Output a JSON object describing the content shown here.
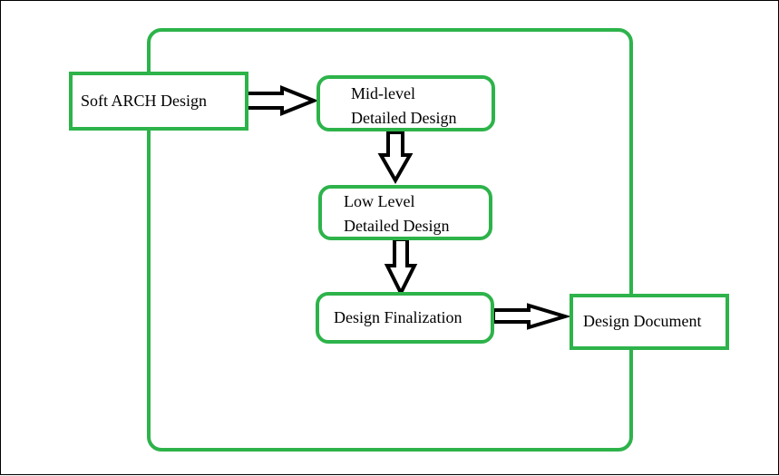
{
  "diagram": {
    "accent_color": "#2db34a",
    "arrow_color": "#000000",
    "nodes": {
      "soft_arch": {
        "label": "Soft ARCH Design"
      },
      "mid_level": {
        "line1": "Mid-level",
        "line2": "Detailed Design"
      },
      "low_level": {
        "line1": "Low Level",
        "line2": "Detailed Design"
      },
      "finalization": {
        "label": "Design Finalization"
      },
      "document": {
        "label": "Design Document"
      }
    },
    "edges": [
      {
        "from": "Soft ARCH Design",
        "to": "Mid-level Detailed Design"
      },
      {
        "from": "Mid-level Detailed Design",
        "to": "Low Level Detailed Design"
      },
      {
        "from": "Low Level Detailed Design",
        "to": "Design Finalization"
      },
      {
        "from": "Design Finalization",
        "to": "Design Document"
      }
    ]
  }
}
